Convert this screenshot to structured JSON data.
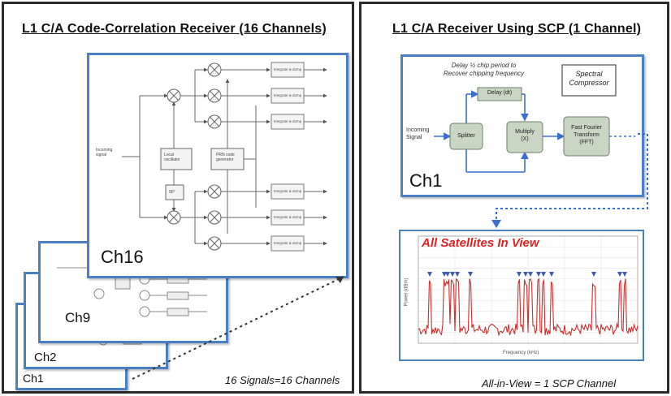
{
  "left_panel": {
    "title": "L1 C/A Code-Correlation Receiver  (16 Channels)",
    "caption": "16 Signals=16 Channels",
    "channels": [
      {
        "label": "Ch1"
      },
      {
        "label": "Ch2"
      },
      {
        "label": "Ch9"
      },
      {
        "label": "Ch16"
      }
    ],
    "ch16_blocks": {
      "input": "Incoming\nsignal",
      "local_oscillator": "Local\noscillator",
      "phase_shift": "90°",
      "prn_code": "PRN code\ngenerator",
      "integrate": "Integrate\n& dump"
    }
  },
  "right_panel": {
    "title": "L1 C/A Receiver Using SCP (1 Channel)",
    "caption": "All-in-View = 1 SCP Channel",
    "ch1": {
      "label": "Ch1",
      "note": "Delay ½ chip period to\nRecover chipping frequency",
      "compressor": "Spectral\nCompressor",
      "incoming": "Incoming\nSignal",
      "splitter": "Splitter",
      "delay": "Delay (dt)",
      "multiply": "Multiply\n(X)",
      "fft": "Fast Fourier\nTransform\n(FFT)"
    },
    "spectrum": {
      "title": "All Satellites In View",
      "xlabel": "Frequency (kHz)",
      "ylabel": "Power (dBm)"
    }
  },
  "colors": {
    "card_border": "#4a7fc4",
    "block_fill": "#c9d6c4",
    "spectrum_line": "#d42a2a",
    "marker": "#3b5bb5",
    "dotted": "#3a6fd0"
  }
}
